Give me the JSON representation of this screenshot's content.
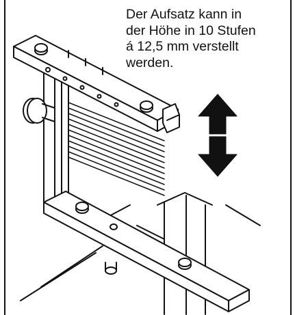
{
  "caption": {
    "lines": [
      "Der Aufsatz kann in",
      "der Höhe in 10 Stufen",
      "á 12,5 mm verstellt",
      "werden."
    ]
  },
  "icons": {
    "up": "arrow-up-icon",
    "down": "arrow-down-icon"
  },
  "colors": {
    "line": "#111111",
    "background": "#ffffff"
  }
}
